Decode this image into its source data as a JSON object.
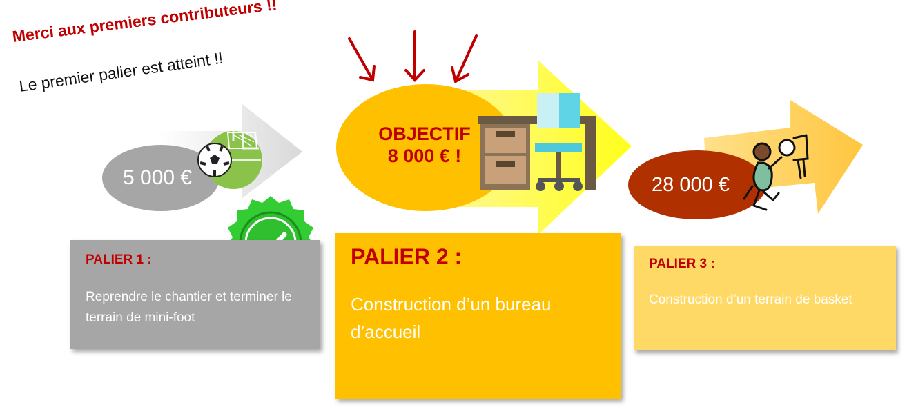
{
  "header": {
    "thanks_text": "Merci aux premiers contributeurs !!",
    "reached_text": "Le premier palier est atteint !!"
  },
  "tiers": [
    {
      "amount": "5 000 €",
      "title": "PALIER 1 :",
      "description": "Reprendre le chantier et terminer le terrain de mini-foot",
      "status": "atteint",
      "icon": "soccer-field-icon"
    },
    {
      "objective_label": "OBJECTIF",
      "amount": "8 000 € !",
      "title": "PALIER 2 :",
      "description": "Construction d’un bureau d’accueil",
      "icon": "desk-icon"
    },
    {
      "amount": "28 000 €",
      "title": "PALIER 3 :",
      "description": "Construction d’un terrain de basket",
      "icon": "basketball-player-icon"
    }
  ],
  "colors": {
    "accent_red": "#c00000",
    "tier1_card": "#a6a6a6",
    "tier2_card": "#ffc000",
    "tier3_card": "#ffd966",
    "tier3_ellipse": "#b03000",
    "check_badge": "#33cc33"
  }
}
